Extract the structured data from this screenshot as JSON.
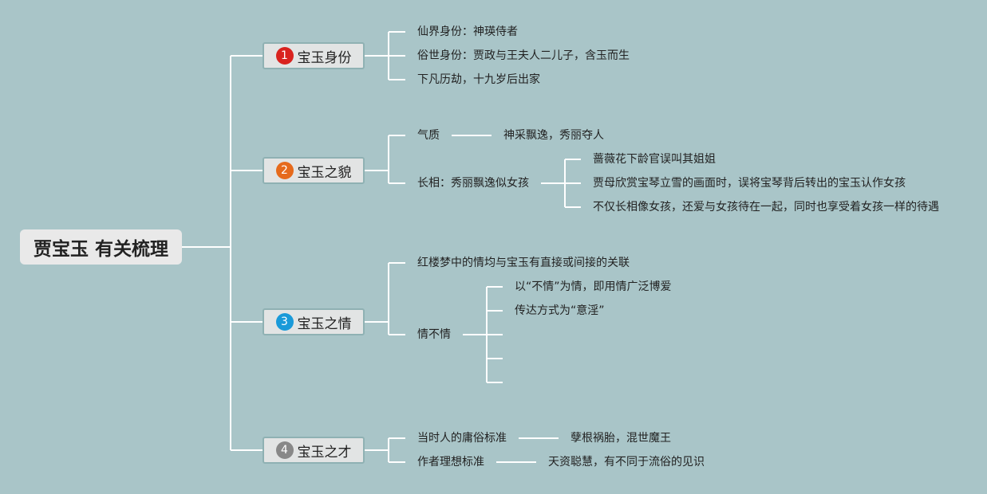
{
  "root": {
    "title": "贾宝玉 有关梳理"
  },
  "branches": [
    {
      "num": "1",
      "label": "宝玉身份",
      "color": "#d9231f"
    },
    {
      "num": "2",
      "label": "宝玉之貌",
      "color": "#e66a1c"
    },
    {
      "num": "3",
      "label": "宝玉之情",
      "color": "#1a9ad9"
    },
    {
      "num": "4",
      "label": "宝玉之才",
      "color": "#888888"
    }
  ],
  "identity": {
    "immortal": "仙界身份：神瑛侍者",
    "mortal": "俗世身份：贾政与王夫人二儿子，含玉而生",
    "trial": "下凡历劫，十九岁后出家"
  },
  "appearance": {
    "temperament": "气质",
    "temperament_value": "神采飘逸，秀丽夺人",
    "looks": "长相：秀丽飘逸似女孩",
    "looks_items": [
      "蔷薇花下龄官误叫其姐姐",
      "贾母欣赏宝琴立雪的画面时，误将宝琴背后转出的宝玉认作女孩",
      "不仅长相像女孩，还爱与女孩待在一起，同时也享受着女孩一样的待遇"
    ]
  },
  "love": {
    "relation": "红楼梦中的情均与宝玉有直接或间接的关联",
    "qingbuqing": "情不情",
    "qbq_items": [
      "以“不情”为情，即用情广泛博爱",
      "传达方式为“意淫”"
    ]
  },
  "talent": {
    "standard1": "当时人的庸俗标准",
    "standard1_value": "孽根祸胎，混世魔王",
    "standard2": "作者理想标准",
    "standard2_value": "天资聪慧，有不同于流俗的见识"
  }
}
